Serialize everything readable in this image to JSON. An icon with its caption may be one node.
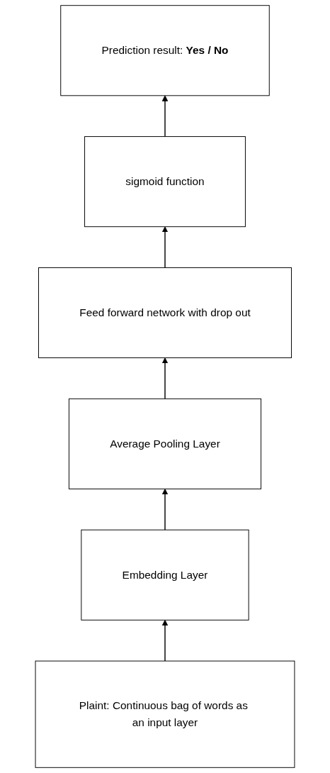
{
  "diagram": {
    "nodes": [
      {
        "text": [
          "Prediction result: **Yes / No**"
        ]
      },
      {
        "text": [
          "sigmoid function"
        ]
      },
      {
        "text": [
          "Feed forward network with drop out"
        ]
      },
      {
        "text": [
          "Average Pooling Layer"
        ]
      },
      {
        "text": [
          "Embedding Layer"
        ]
      },
      {
        "text": [
          "Plaint: Continuous bag of words as an input layer"
        ]
      }
    ],
    "edges": [
      {
        "from": 5,
        "to": 4,
        "arrow": "to"
      },
      {
        "from": 4,
        "to": 3,
        "arrow": "to"
      },
      {
        "from": 3,
        "to": 2,
        "arrow": "to"
      },
      {
        "from": 2,
        "to": 1,
        "arrow": "to"
      },
      {
        "from": 1,
        "to": 0,
        "arrow": "to"
      }
    ]
  }
}
